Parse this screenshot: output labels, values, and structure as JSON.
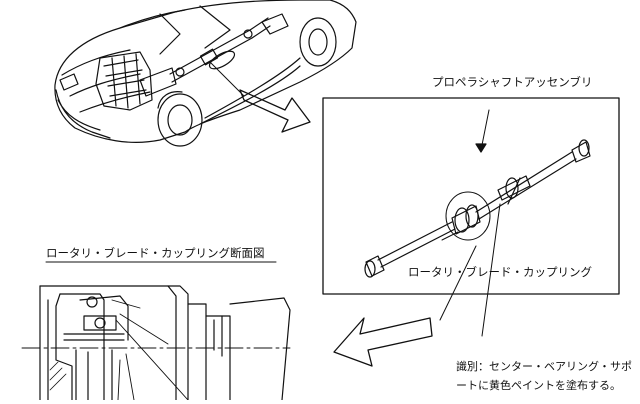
{
  "labels": {
    "propeller_shaft_assembly": "プロペラシャフトアッセンブリ",
    "rotary_blade_coupling": "ロータリ・ブレード・カップリング",
    "coupling_cross_section": "ロータリ・ブレード・カップリング断面図"
  },
  "note": {
    "line1": "識別：センター・ベアリング・サポ",
    "line2": "ートに黄色ペイントを塗布する。"
  }
}
